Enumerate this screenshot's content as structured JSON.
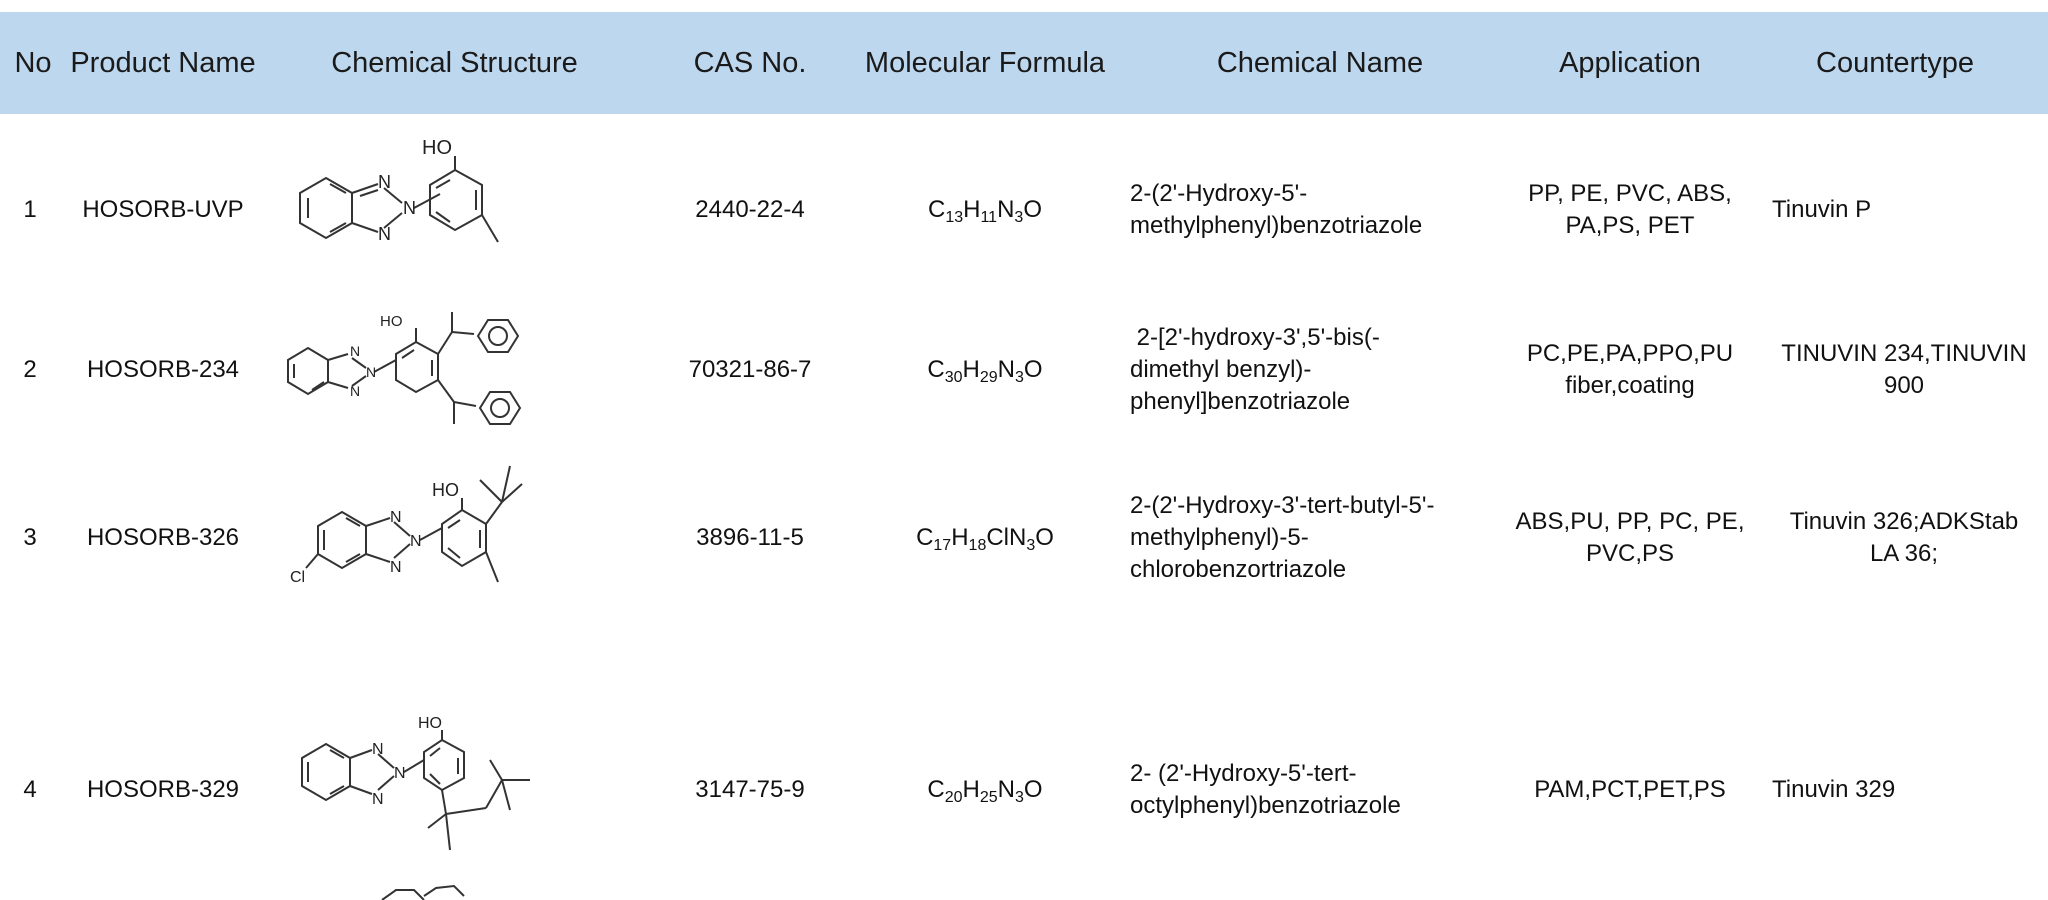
{
  "table": {
    "headers": [
      "No",
      "Product Name",
      "Chemical Structure",
      "CAS No.",
      "Molecular Formula",
      "Chemical Name",
      "Application",
      "Countertype"
    ],
    "rows": [
      {
        "no": "1",
        "product": "HOSORB-UVP",
        "cas": "2440-22-4",
        "formula": [
          [
            "C",
            "13"
          ],
          [
            "H",
            "11"
          ],
          [
            "N",
            "3"
          ],
          [
            "O",
            ""
          ]
        ],
        "chem_name": [
          "2-(2'-Hydroxy-5'-",
          "methylphenyl)benzotriazole"
        ],
        "application": [
          "PP, PE, PVC, ABS,",
          "PA,PS, PET"
        ],
        "countertype": [
          "Tinuvin P"
        ]
      },
      {
        "no": "2",
        "product": "HOSORB-234",
        "cas": "70321-86-7",
        "formula": [
          [
            "C",
            "30"
          ],
          [
            "H",
            "29"
          ],
          [
            "N",
            "3"
          ],
          [
            "O",
            ""
          ]
        ],
        "chem_name": [
          " 2-[2'-hydroxy-3',5'-bis(-",
          "dimethyl benzyl)-",
          "phenyl]benzotriazole"
        ],
        "application": [
          "PC,PE,PA,PPO,PU",
          "fiber,coating"
        ],
        "countertype": [
          "TINUVIN 234,TINUVIN",
          "900"
        ]
      },
      {
        "no": "3",
        "product": "HOSORB-326",
        "cas": "3896-11-5",
        "formula": [
          [
            "C",
            "17"
          ],
          [
            "H",
            "18"
          ],
          [
            "ClN",
            "3"
          ],
          [
            "O",
            ""
          ]
        ],
        "chem_name": [
          "2-(2'-Hydroxy-3'-tert-butyl-5'-",
          "methylphenyl)-5-",
          "chlorobenzortriazole"
        ],
        "application": [
          "ABS,PU, PP, PC, PE,",
          "PVC,PS"
        ],
        "countertype": [
          "Tinuvin 326;ADKStab",
          "LA 36;"
        ]
      },
      {
        "no": "4",
        "product": "HOSORB-329",
        "cas": "3147-75-9",
        "formula": [
          [
            "C",
            "20"
          ],
          [
            "H",
            "25"
          ],
          [
            "N",
            "3"
          ],
          [
            "O",
            ""
          ]
        ],
        "chem_name": [
          "2- (2'-Hydroxy-5'-tert-",
          "octylphenyl)benzotriazole"
        ],
        "application": [
          "PAM,PCT,PET,PS"
        ],
        "countertype": [
          "Tinuvin 329"
        ]
      }
    ],
    "structure_labels": {
      "hydroxyl": "HO",
      "chlorine": "Cl",
      "nitrogen": "N"
    }
  },
  "colors": {
    "header_bg": "#bdd7ee",
    "text": "#1a1a1a",
    "bond": "#333333"
  },
  "icons": {
    "structure": "molecule-structure-icon"
  }
}
